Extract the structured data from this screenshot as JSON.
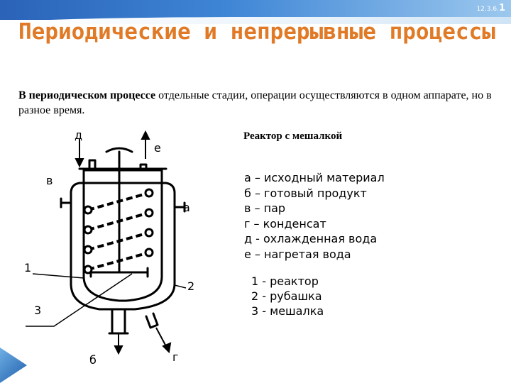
{
  "slide": {
    "number_small": "12.3.6.",
    "number_big": "1"
  },
  "title": "Периодические и непрерывные процессы",
  "intro": {
    "bold": "В периодическом процессе",
    "rest": " отдельные стадии, операции осуществляются в одном аппарате, но в разное время."
  },
  "caption": "Реактор с мешалкой",
  "legend": [
    "а – исходный материал",
    "б – готовый продукт",
    "в – пар",
    "г – конденсат",
    "д - охлажденная вода",
    "е – нагретая вода"
  ],
  "parts": [
    "1 - реактор",
    "2 - рубашка",
    "3 - мешалка"
  ],
  "diagram_labels": {
    "d": "д",
    "e": "е",
    "v": "в",
    "a": "а",
    "one": "1",
    "two": "2",
    "three": "3",
    "b": "б",
    "g": "г"
  },
  "colors": {
    "title": "#e07a26",
    "header_band": "#2a63b8",
    "accent": "#3f86d6"
  }
}
